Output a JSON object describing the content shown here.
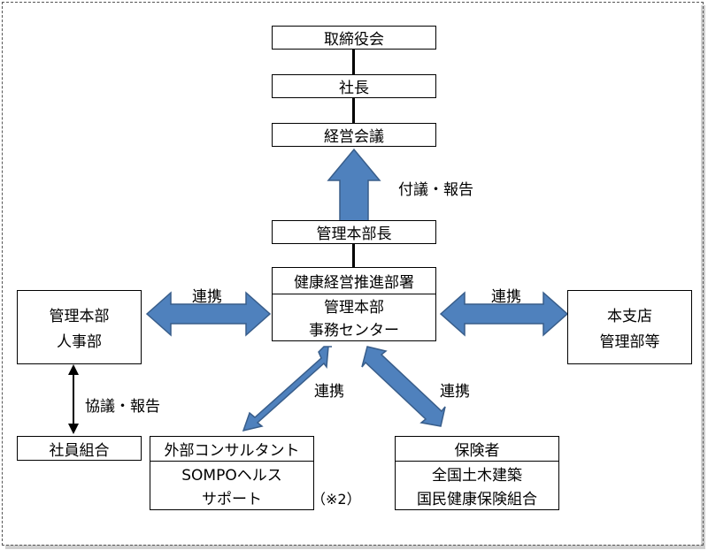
{
  "boxes": {
    "board": "取締役会",
    "president": "社長",
    "management_meeting": "経営会議",
    "admin_director": "管理本部長",
    "health_promotion": {
      "title": "健康経営推進部署",
      "line1": "管理本部",
      "line2": "事務センター"
    },
    "hr": {
      "line1": "管理本部",
      "line2": "人事部"
    },
    "branch_admin": {
      "line1": "本支店",
      "line2": "管理部等"
    },
    "union": "社員組合",
    "consultant": {
      "title": "外部コンサルタント",
      "line1": "SOMPOヘルス",
      "line2": "サポート"
    },
    "insurer": {
      "title": "保険者",
      "line1": "全国土木建築",
      "line2": "国民健康保険組合"
    }
  },
  "labels": {
    "report_up": "付議・報告",
    "link_left": "連携",
    "link_right": "連携",
    "consult_report": "協議・報告",
    "link_lower_left": "連携",
    "link_lower_right": "連携",
    "note": "（※2）"
  },
  "colors": {
    "arrow_fill": "#4f81bd",
    "arrow_stroke": "#385d8a"
  }
}
